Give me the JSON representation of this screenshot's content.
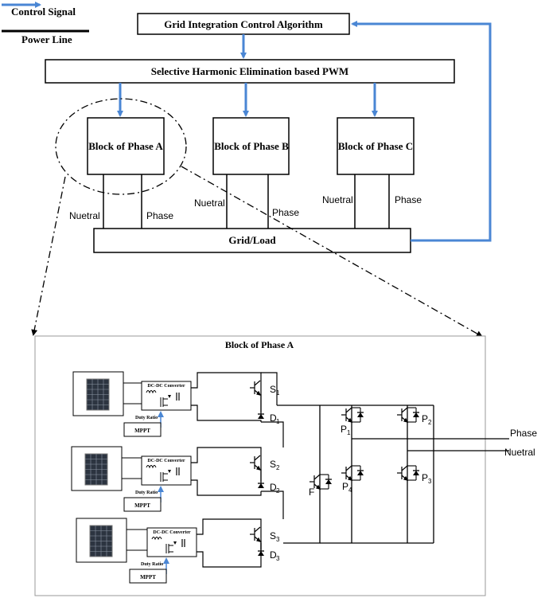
{
  "legend": {
    "control_signal": "Control Signal",
    "power_line": "Power Line"
  },
  "top": {
    "algorithm": "Grid Integration Control Algorithm",
    "pwm": "Selective Harmonic Elimination based PWM",
    "phase_a": "Block of Phase A",
    "phase_b": "Block of Phase B",
    "phase_c": "Block of Phase C",
    "grid_load": "Grid/Load",
    "neutral": "Nuetral",
    "phase": "Phase"
  },
  "detail": {
    "title": "Block of Phase A",
    "dcdc": "DC-DC Converter",
    "duty_ratio": "Duty Ratio",
    "mppt": "MPPT",
    "output_phase": "Phase",
    "output_neutral": "Nuetral",
    "switch_s": "S",
    "diode_d": "D",
    "switch_p": "P",
    "switch_f": "F",
    "sub1": "1",
    "sub2": "2",
    "sub3": "3",
    "sub4": "4"
  },
  "colors": {
    "control_signal": "#4a86d4",
    "line": "#000000"
  }
}
